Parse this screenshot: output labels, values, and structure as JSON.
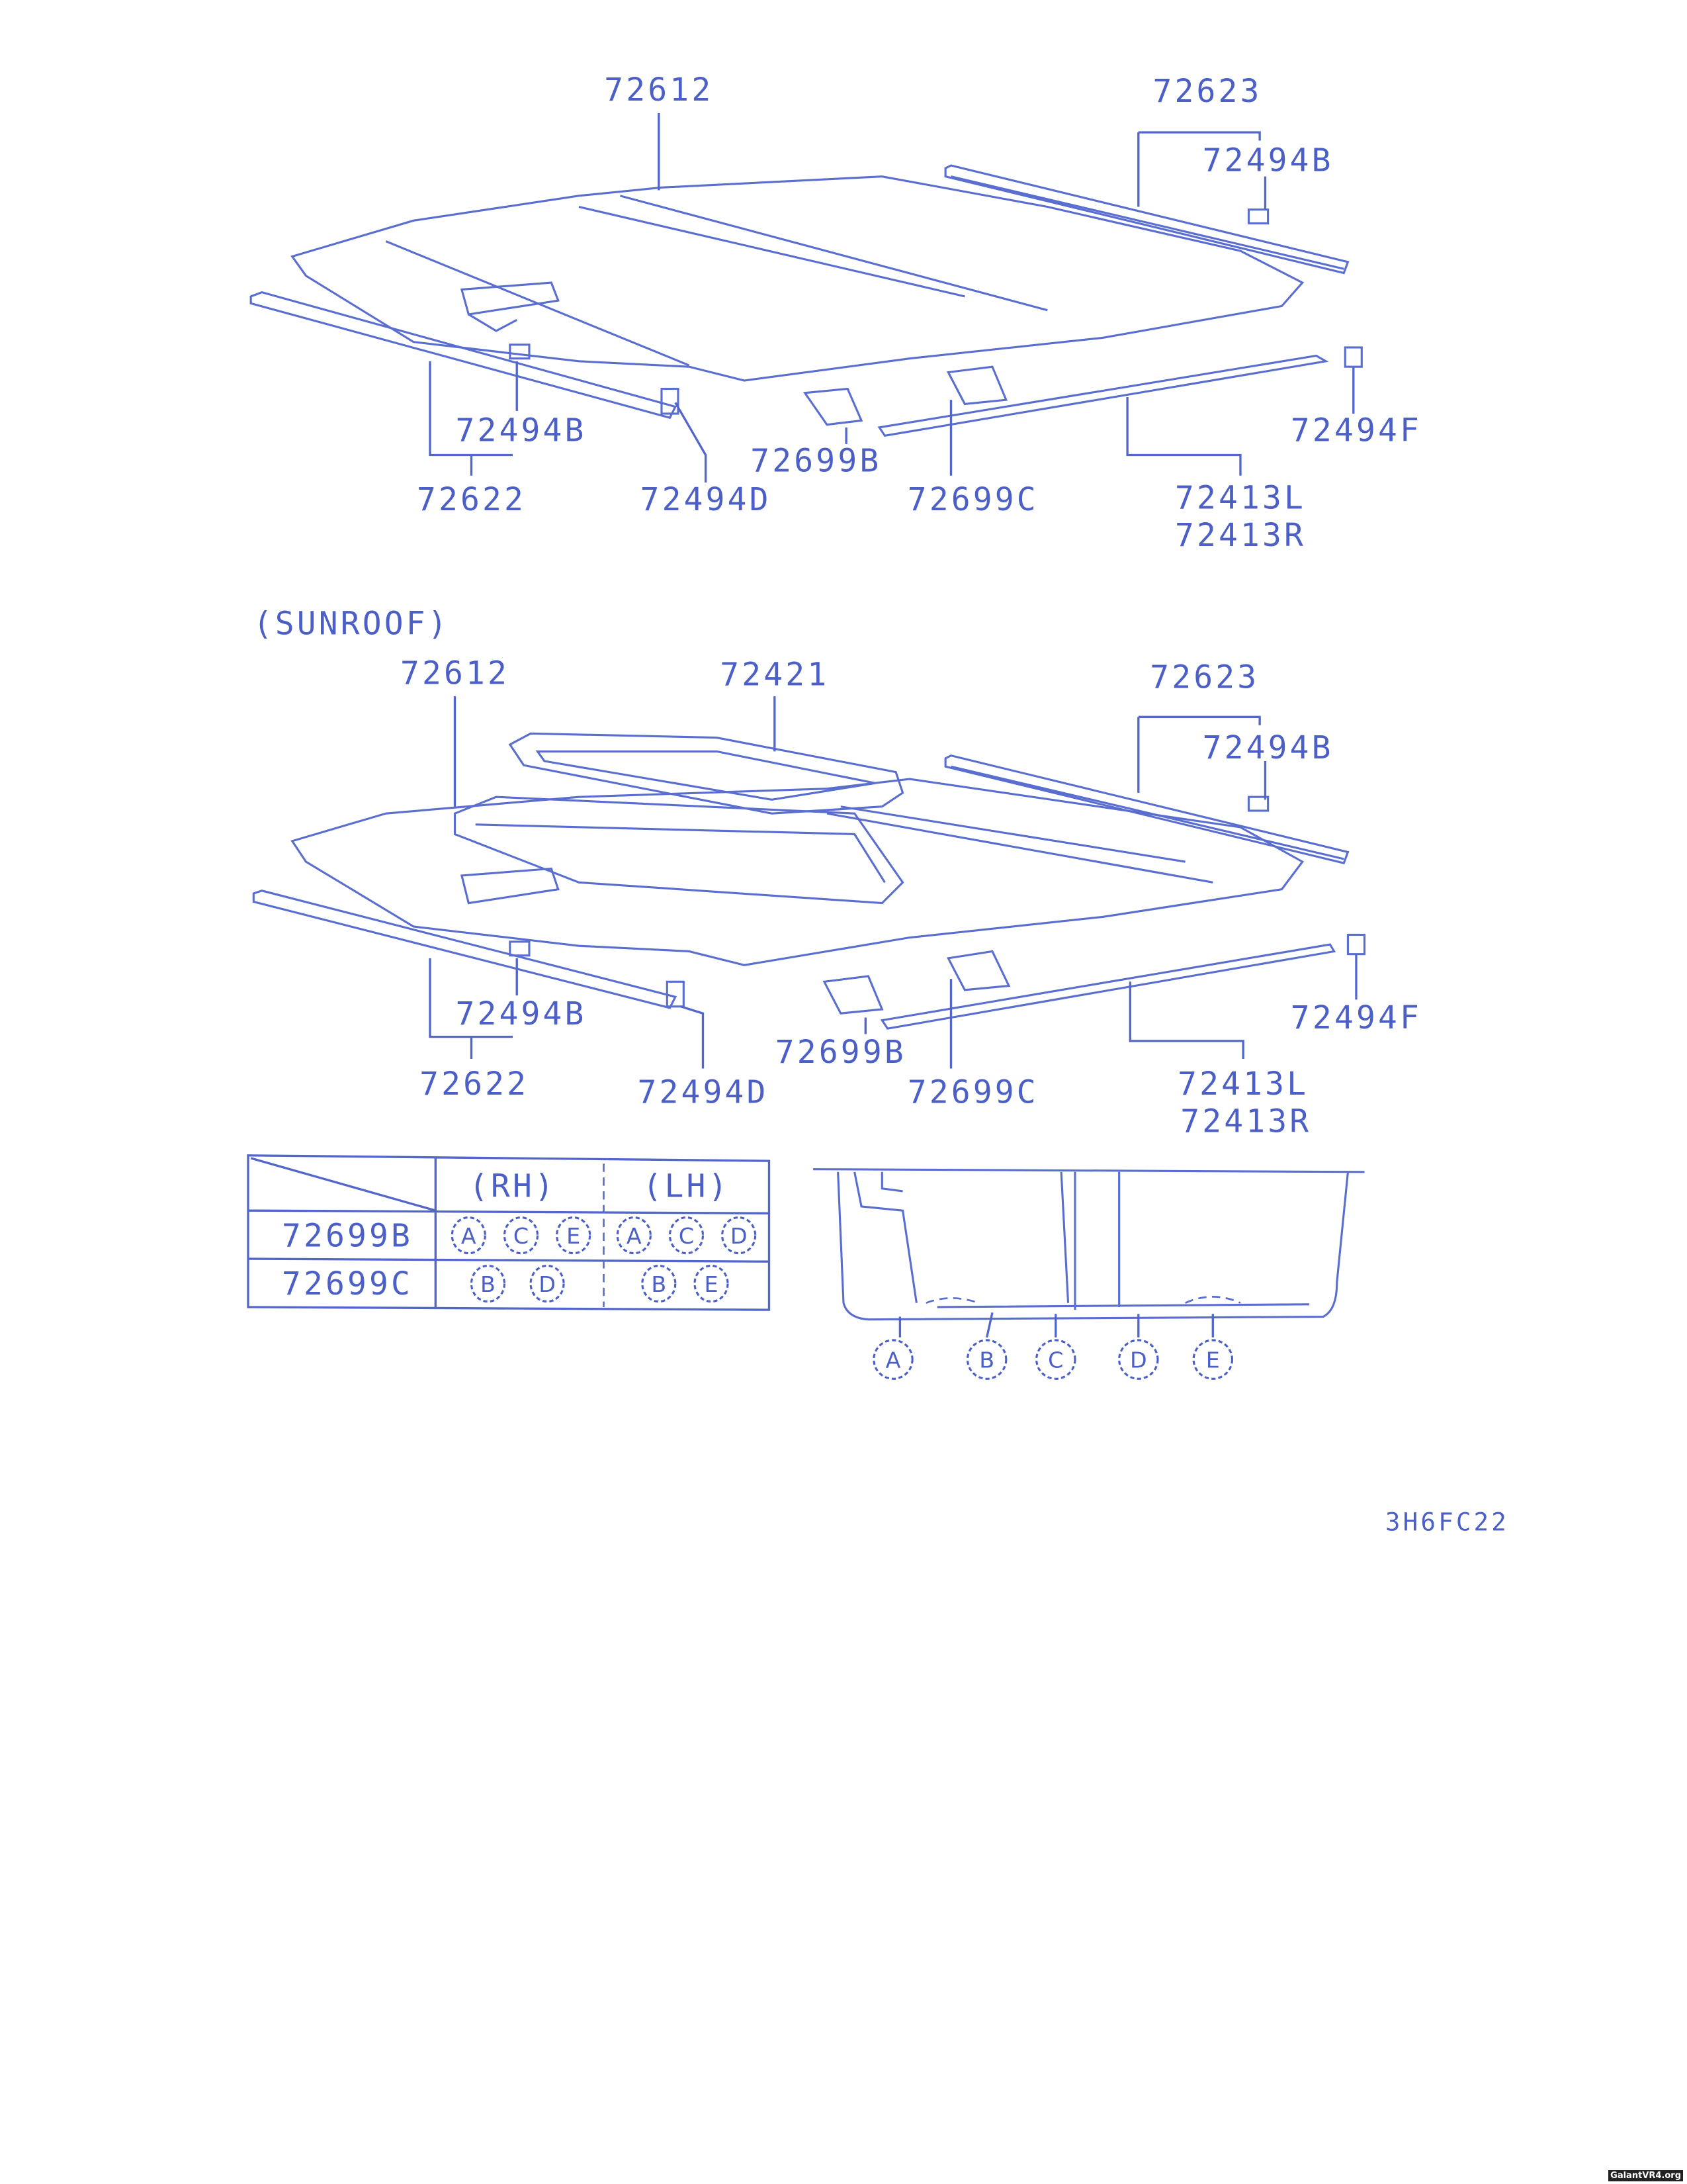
{
  "diagram_standard": {
    "callouts": [
      "72612",
      "72623",
      "72494B",
      "72494B",
      "72622",
      "72494D",
      "72699B",
      "72699C",
      "72494F",
      "72413L",
      "72413R"
    ]
  },
  "diagram_sunroof": {
    "title": "(SUNROOF)",
    "callouts": [
      "72612",
      "72421",
      "72623",
      "72494B",
      "72494B",
      "72622",
      "72494D",
      "72699B",
      "72699C",
      "72494F",
      "72413L",
      "72413R"
    ]
  },
  "clip_table": {
    "headers": [
      "(RH)",
      "(LH)"
    ],
    "rows": [
      {
        "part": "72699B",
        "rh": [
          "A",
          "C",
          "E"
        ],
        "lh": [
          "A",
          "C",
          "D"
        ]
      },
      {
        "part": "72699C",
        "rh": [
          "B",
          "D"
        ],
        "lh": [
          "B",
          "E"
        ]
      }
    ]
  },
  "location_detail": {
    "positions": [
      "A",
      "B",
      "C",
      "D",
      "E"
    ]
  },
  "figure_code": "3H6FC22",
  "watermark": "GalantVR4.org",
  "colors": {
    "ink": "#4b5fc6"
  }
}
